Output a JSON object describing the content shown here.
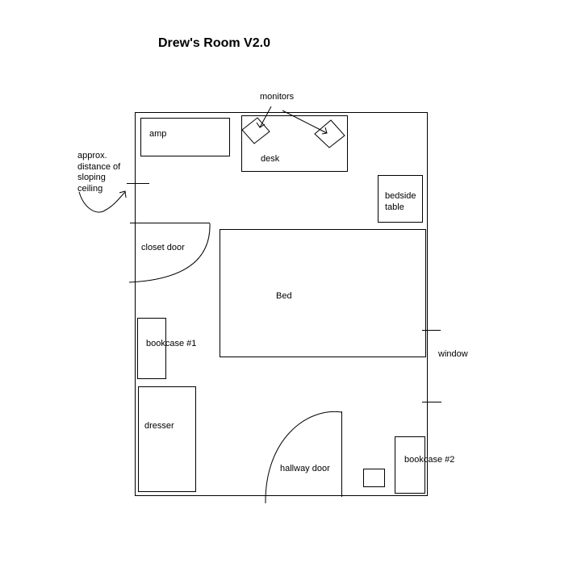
{
  "title": "Drew's Room V2.0",
  "labels": {
    "monitors": "monitors",
    "amp": "amp",
    "desk": "desk",
    "bedside_table_line1": "bedside",
    "bedside_table_line2": "table",
    "closet_door": "closet door",
    "bed": "Bed",
    "bookcase_1": "bookcase #1",
    "dresser": "dresser",
    "window": "window",
    "hallway_door": "hallway door",
    "bookcase_2": "bookcase #2"
  },
  "sloping_ceiling_note": [
    "approx.",
    "distance of",
    "sloping",
    "ceiling"
  ],
  "colors": {
    "line": "#000000",
    "background": "#ffffff"
  }
}
